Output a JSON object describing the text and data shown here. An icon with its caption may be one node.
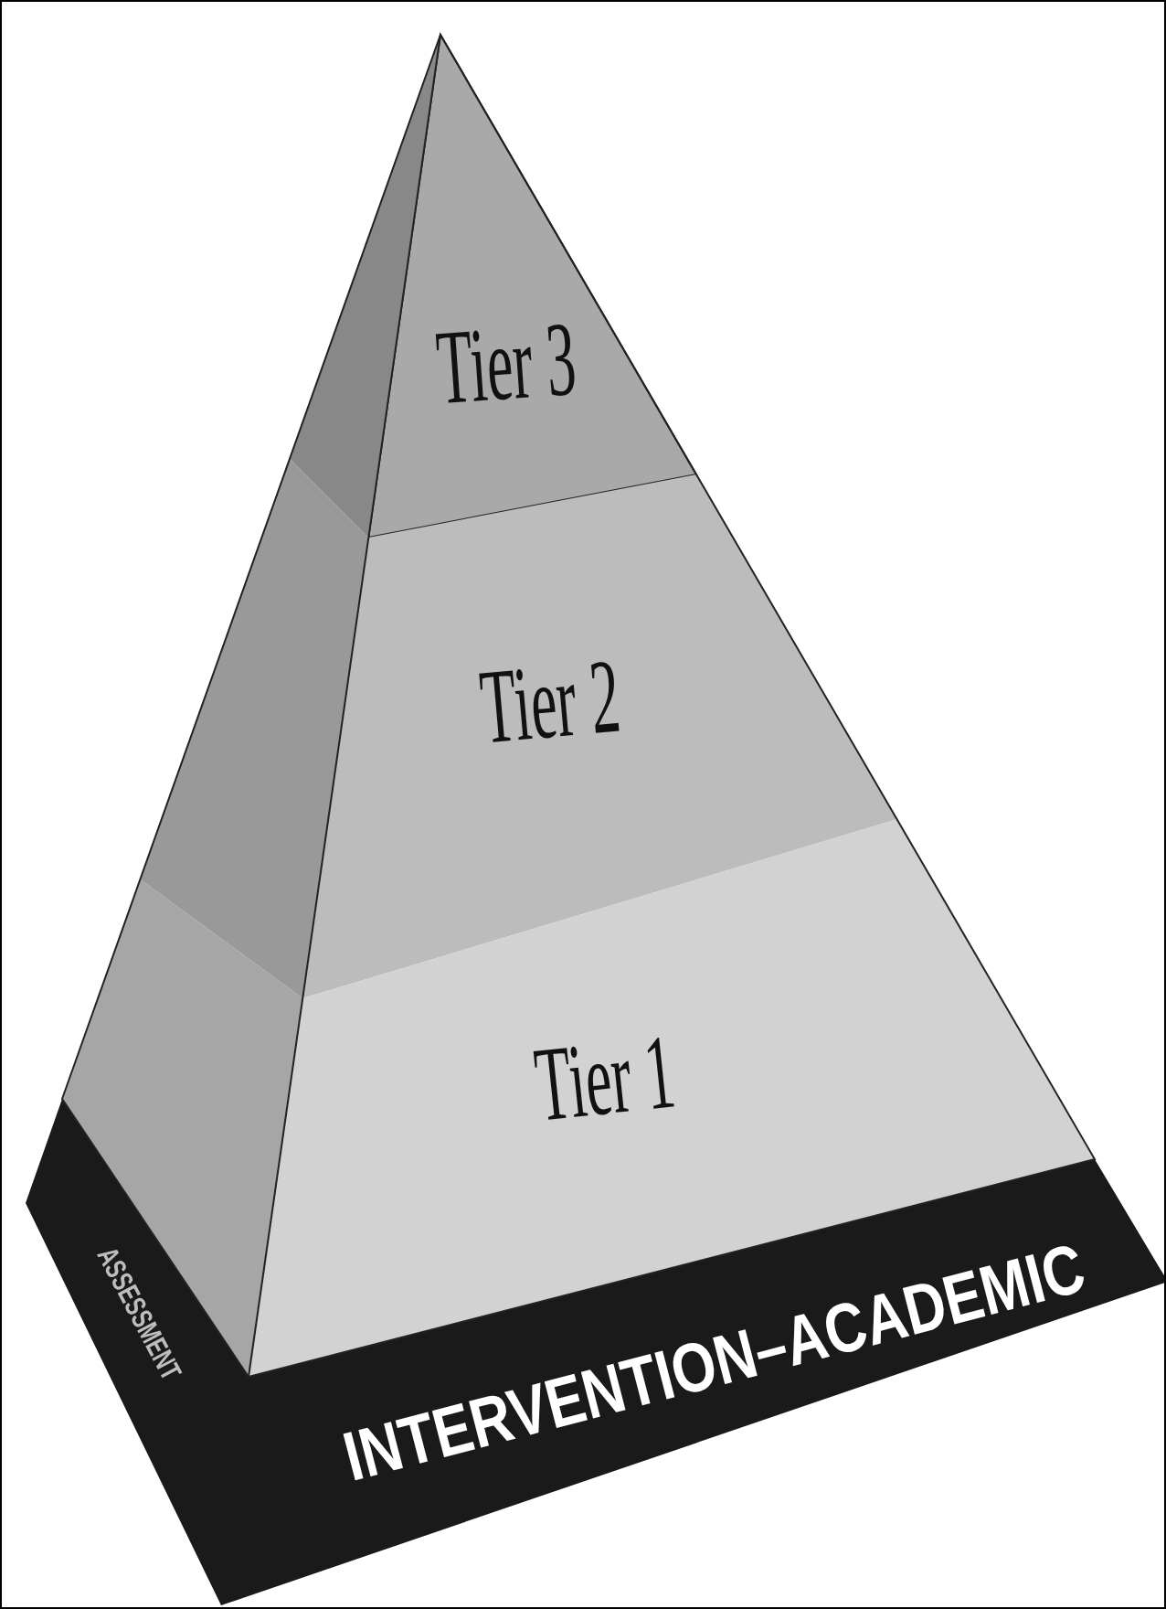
{
  "diagram": {
    "nodes": [
      {
        "text": [
          "Tier 3"
        ]
      },
      {
        "text": [
          "Tier 2"
        ]
      },
      {
        "text": [
          "Tier 1"
        ]
      },
      {
        "text": [
          "INTERVENTION–ACADEMIC"
        ]
      },
      {
        "text": [
          "ASSESSMENT"
        ]
      }
    ]
  }
}
